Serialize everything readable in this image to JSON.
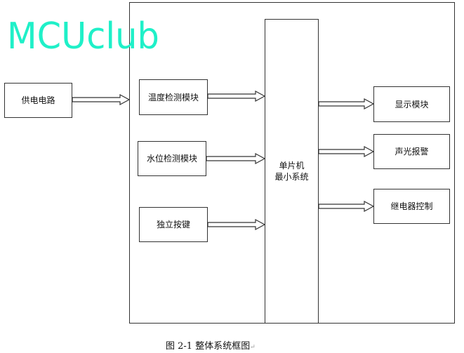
{
  "watermark": "MCUclub",
  "blocks": {
    "power": "供电电路",
    "temp": "温度检测模块",
    "water": "水位检测模块",
    "key": "独立按键",
    "mcu_line1": "单片机",
    "mcu_line2": "最小系统",
    "display": "显示模块",
    "alarm": "声光报警",
    "relay": "继电器控制"
  },
  "caption": "图 2-1 整体系统框图",
  "colors": {
    "watermark": "#1ff0c8",
    "line": "#333333"
  }
}
